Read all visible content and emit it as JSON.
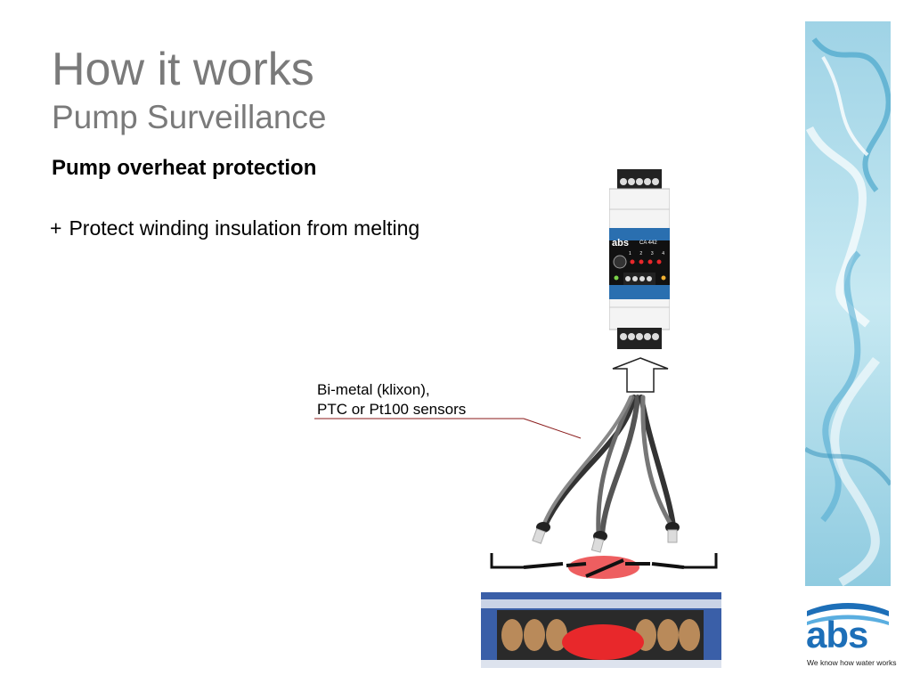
{
  "slide": {
    "title": "How it works",
    "subtitle": "Pump Surveillance",
    "heading": "Pump overheat protection",
    "bullet_mark": "+",
    "bullet_text": "Protect winding insulation from melting",
    "callout_line1": "Bi-metal (klixon),",
    "callout_line2": "PTC or Pt100 sensors"
  },
  "device": {
    "brand": "abs",
    "model": "CA 442",
    "channel_labels": [
      "1",
      "2",
      "3",
      "4"
    ]
  },
  "logo": {
    "text": "abs",
    "tagline": "We know how water works"
  },
  "colors": {
    "title_gray": "#7a7a7a",
    "brand_blue": "#1d6fb8",
    "device_band": "#2a6fb0",
    "highlight_red": "#e8282b"
  }
}
